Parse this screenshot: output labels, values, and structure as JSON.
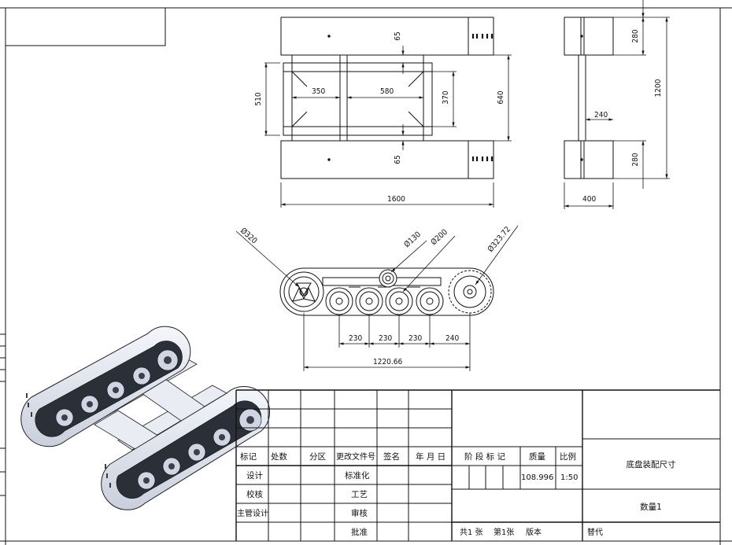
{
  "top_view": {
    "width_total": "1600",
    "frame_width": "510",
    "inner_span_a": "350",
    "inner_span_b": "580",
    "inner_height": "370",
    "outer_height": "640",
    "track_offset_top": "65",
    "track_offset_bottom": "65"
  },
  "side_view": {
    "height_total": "1200",
    "track_width_top": "280",
    "track_width_bottom": "280",
    "beam_width": "240",
    "overall_width": "400"
  },
  "front_view": {
    "dia_idler": "Ø320",
    "dia_roller_small": "Ø130",
    "dia_roller_mid": "Ø200",
    "dia_sprocket": "Ø323.72",
    "spacing_1": "230",
    "spacing_2": "230",
    "spacing_3": "230",
    "spacing_4": "240",
    "wheelbase": "1220.66"
  },
  "title_block": {
    "headers": [
      "标记",
      "处数",
      "分区",
      "更改文件号",
      "签名",
      "年 月 日"
    ],
    "roles": [
      "设计",
      "校核",
      "主管设计"
    ],
    "roles2": [
      "标准化",
      "工艺",
      "审核",
      "批准"
    ],
    "stage_label": "阶 段 标 记",
    "mass_label": "质量",
    "scale_label": "比例",
    "mass_value": "108.996",
    "scale_value": "1:50",
    "drawing_title": "底盘装配尺寸",
    "quantity": "数量1",
    "sheet_total": "共1 张",
    "sheet_no": "第1张",
    "version": "版本",
    "replace": "替代"
  }
}
